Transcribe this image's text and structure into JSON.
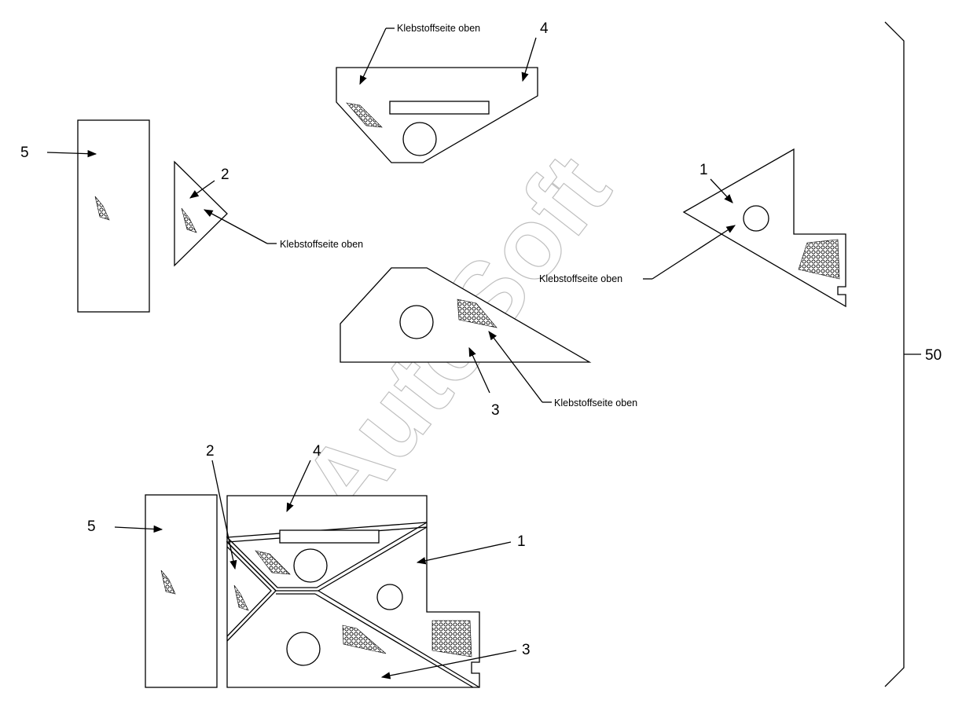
{
  "labels": {
    "adhesive_side_up": "Klebstoffseite oben",
    "part_1": "1",
    "part_2": "2",
    "part_3": "3",
    "part_4": "4",
    "part_5": "5",
    "assembly": "50"
  },
  "watermark": "AutoSoft"
}
